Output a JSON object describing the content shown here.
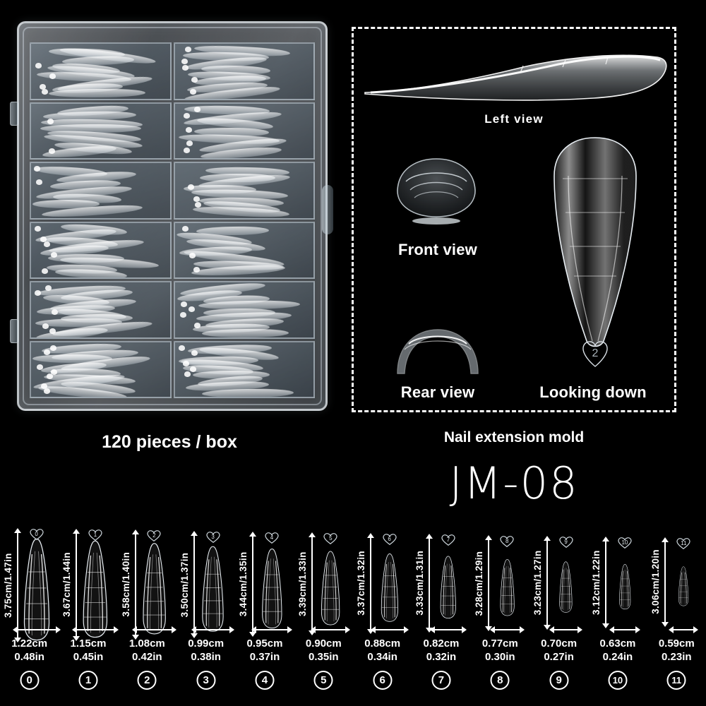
{
  "product": {
    "pieces_caption": "120 pieces / box",
    "mold_caption": "Nail extension mold",
    "model_code": "JM-08"
  },
  "detail_views": {
    "left": "Left view",
    "front": "Front view",
    "rear": "Rear view",
    "looking_down": "Looking down",
    "mold_tab_number": "2"
  },
  "size_chart": {
    "items": [
      {
        "index": "0",
        "height": "3.75cm/1.47in",
        "width_cm": "1.22cm",
        "width_in": "0.48in",
        "tab": "0"
      },
      {
        "index": "1",
        "height": "3.67cm/1.44in",
        "width_cm": "1.15cm",
        "width_in": "0.45in",
        "tab": "1"
      },
      {
        "index": "2",
        "height": "3.58cm/1.40in",
        "width_cm": "1.08cm",
        "width_in": "0.42in",
        "tab": "2"
      },
      {
        "index": "3",
        "height": "3.50cm/1.37in",
        "width_cm": "0.99cm",
        "width_in": "0.38in",
        "tab": "3"
      },
      {
        "index": "4",
        "height": "3.44cm/1.35in",
        "width_cm": "0.95cm",
        "width_in": "0.37in",
        "tab": "4"
      },
      {
        "index": "5",
        "height": "3.39cm/1.33in",
        "width_cm": "0.90cm",
        "width_in": "0.35in",
        "tab": "5"
      },
      {
        "index": "6",
        "height": "3.37cm/1.32in",
        "width_cm": "0.88cm",
        "width_in": "0.34in",
        "tab": "6"
      },
      {
        "index": "7",
        "height": "3.33cm/1.31in",
        "width_cm": "0.82cm",
        "width_in": "0.32in",
        "tab": "7"
      },
      {
        "index": "8",
        "height": "3.28cm/1.29in",
        "width_cm": "0.77cm",
        "width_in": "0.30in",
        "tab": "8"
      },
      {
        "index": "9",
        "height": "3.23cm/1.27in",
        "width_cm": "0.70cm",
        "width_in": "0.27in",
        "tab": "9"
      },
      {
        "index": "10",
        "height": "3.12cm/1.22in",
        "width_cm": "0.63cm",
        "width_in": "0.24in",
        "tab": "10"
      },
      {
        "index": "11",
        "height": "3.06cm/1.20in",
        "width_cm": "0.59cm",
        "width_in": "0.23in",
        "tab": "11"
      }
    ]
  },
  "colors": {
    "background": "#000000",
    "text": "#ffffff",
    "dashed_border": "#ffffff"
  }
}
